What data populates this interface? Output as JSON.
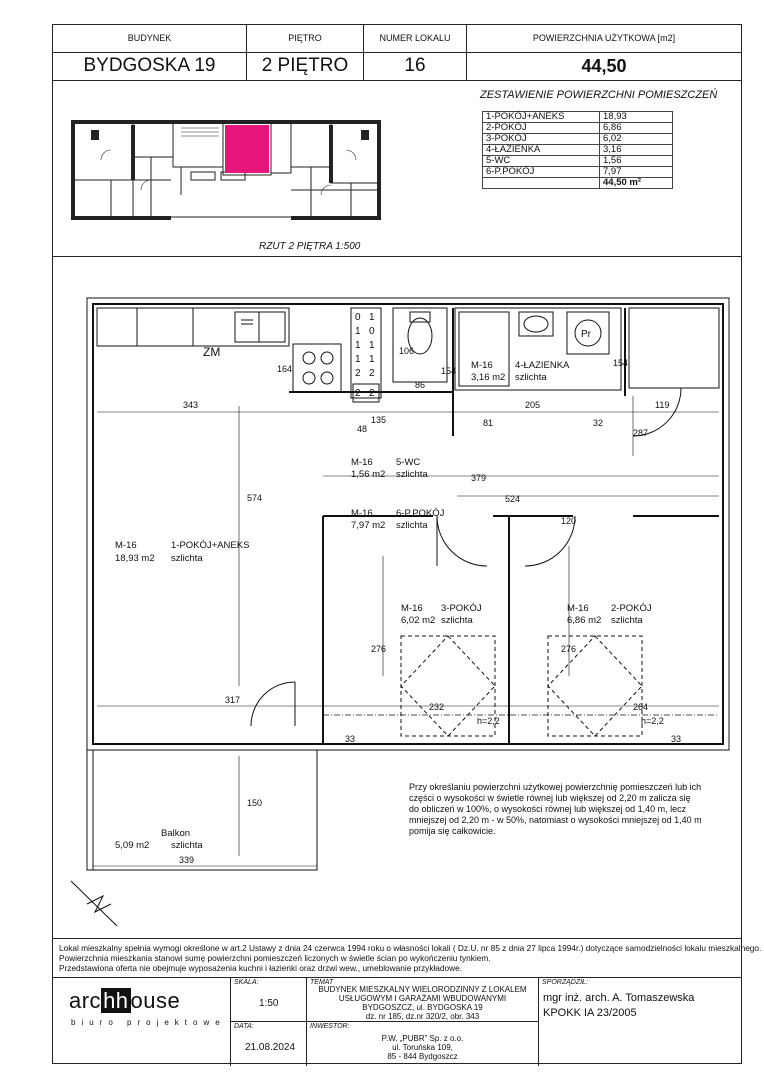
{
  "header": {
    "building_label": "BUDYNEK",
    "building_value": "BYDGOSKA 19",
    "floor_label": "PIĘTRO",
    "floor_value": "2 PIĘTRO",
    "unit_label": "NUMER LOKALU",
    "unit_value": "16",
    "area_label": "POWIERZCHNIA UŻYTKOWA [m2]",
    "area_value": "44,50"
  },
  "summary": {
    "title": "ZESTAWIENIE POWIERZCHNI POMIESZCZEŃ",
    "rows": [
      {
        "name": "1-POKÓJ+ANEKS",
        "area": "18,93"
      },
      {
        "name": "2-POKÓJ",
        "area": "6,86"
      },
      {
        "name": "3-POKÓJ",
        "area": "6,02"
      },
      {
        "name": "4-ŁAZIENKA",
        "area": "3,16"
      },
      {
        "name": "5-WC",
        "area": "1,56"
      },
      {
        "name": "6-P.POKÓJ",
        "area": "7,97"
      }
    ],
    "total": "44,50 m²"
  },
  "mini_plan_caption": "RZUT 2 PIĘTRA 1:500",
  "highlight_color": "#e8157a",
  "plan": {
    "rooms": [
      {
        "id": "M-16",
        "name": "1-POKÓJ+ANEKS",
        "area": "18,93 m2",
        "finish": "szlichta"
      },
      {
        "id": "M-16",
        "name": "2-POKÓJ",
        "area": "6,86 m2",
        "finish": "szlichta"
      },
      {
        "id": "M-16",
        "name": "3-POKÓJ",
        "area": "6,02 m2",
        "finish": "szlichta"
      },
      {
        "id": "M-16",
        "name": "4-ŁAZIENKA",
        "area": "3,16 m2",
        "finish": "szlichta"
      },
      {
        "id": "M-16",
        "name": "5-WC",
        "area": "1,56 m2",
        "finish": "szlichta"
      },
      {
        "id": "M-16",
        "name": "6-P.POKÓJ",
        "area": "7,97 m2",
        "finish": "szlichta"
      }
    ],
    "balcony": {
      "name": "Balkon",
      "area": "5,09 m2",
      "finish": "szlichta"
    },
    "zm": "ZM",
    "pr": "Pr",
    "dims": {
      "d343": "343",
      "d574": "574",
      "d317": "317",
      "d339": "339",
      "d150": "150",
      "d164": "164",
      "d106": "106",
      "d86": "86",
      "d154a": "154",
      "d154b": "154",
      "d135": "135",
      "d48": "48",
      "d81": "81",
      "d205": "205",
      "d32": "32",
      "d119": "119",
      "d287": "287",
      "d379": "379",
      "d524": "524",
      "d120": "120",
      "d276a": "276",
      "d276b": "276",
      "d232": "232",
      "d264": "264",
      "d33a": "33",
      "d33b": "33",
      "h1": "h=2,2",
      "h2": "h=2,2"
    },
    "chimney": [
      "0",
      "1",
      "1",
      "0",
      "1",
      "1",
      "1",
      "1",
      "2",
      "2",
      "2",
      "2"
    ]
  },
  "area_note": [
    "Przy określaniu powierzchni użytkowej powierzchnię pomieszczeń lub ich",
    "części o wysokości w świetle równej lub większej od 2,20 m  zalicza się",
    "do obliczeń w 100%, o wysokości równej lub większej od 1,40 m, lecz",
    "mniejszej od 2,20 m - w 50%,  natomiast o wysokości mniejszej od 1,40 m",
    "pomija się całkowicie."
  ],
  "notes": [
    "Lokal mieszkalny spełnia wymogi określone w art.2 Ustawy z dnia 24 czerwca 1994 roku o własności lokali ( Dz.U. nr 85 z dnia 27 lipca 1994r.) dotyczące samodzielności lokalu mieszkalnego.",
    "Powierzchnia mieszkania stanowi sumę powierzchni pomieszczeń liczonych w świetle ścian po wykończeniu tynkiem.",
    "Przedstawiona oferta nie obejmuje wyposażenia kuchni i łazienki oraz drzwi wew., umeblowanie przykładowe."
  ],
  "title_block": {
    "logo_pre": "arc",
    "logo_box": "hh",
    "logo_post": "ouse",
    "logo_sub": "biuro projektowe",
    "scale_label": "SKALA:",
    "scale_value": "1:50",
    "date_label": "DATA:",
    "date_value": "21.08.2024",
    "subject_label": "TEMAT",
    "subject_lines": [
      "BUDYNEK MIESZKALNY WIELORODZINNY Z LOKALEM",
      "USŁUGOWYM I GARAŻAMI WBUDOWANYMI",
      "BYDGOSZCZ, ul. BYDGOSKA 19",
      "dz. nr 185, dz.nr 320/2, obr. 343"
    ],
    "investor_label": "INWESTOR:",
    "investor_lines": [
      "P.W. „PUBR” Sp. z o.o.",
      "ul. Toruńska 109,",
      "85 - 844 Bydgoszcz"
    ],
    "author_label": "SPORZĄDZIŁ:",
    "author_name": "mgr inż. arch. A. Tomaszewska",
    "author_license": "KPOKK IA 23/2005"
  }
}
